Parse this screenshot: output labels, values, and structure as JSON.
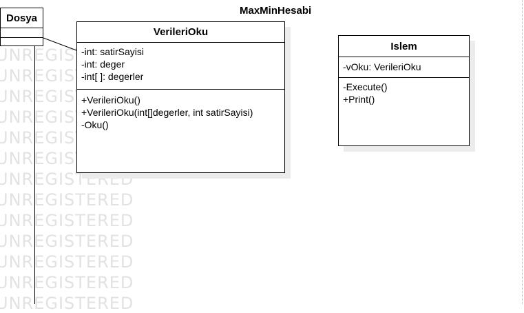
{
  "diagram": {
    "title": "MaxMinHesabi",
    "watermark_text": "UNREGISTERED",
    "classes": [
      {
        "id": "dosya",
        "name": "Dosya",
        "attributes": [],
        "operations": []
      },
      {
        "id": "verilerioku",
        "name": "VerileriOku",
        "attributes": [
          "-int: satirSayisi",
          "-int: deger",
          "-int[ ]: degerler"
        ],
        "operations": [
          "+VerileriOku()",
          "+VerileriOku(int[]degerler, int satirSayisi)",
          "-Oku()"
        ]
      },
      {
        "id": "islem",
        "name": "Islem",
        "attributes": [
          "-vOku: VerileriOku"
        ],
        "operations": [
          "-Execute()",
          "+Print()"
        ]
      }
    ],
    "relations": [
      {
        "from": "Dosya",
        "to": "VerileriOku",
        "type": "association"
      }
    ]
  }
}
